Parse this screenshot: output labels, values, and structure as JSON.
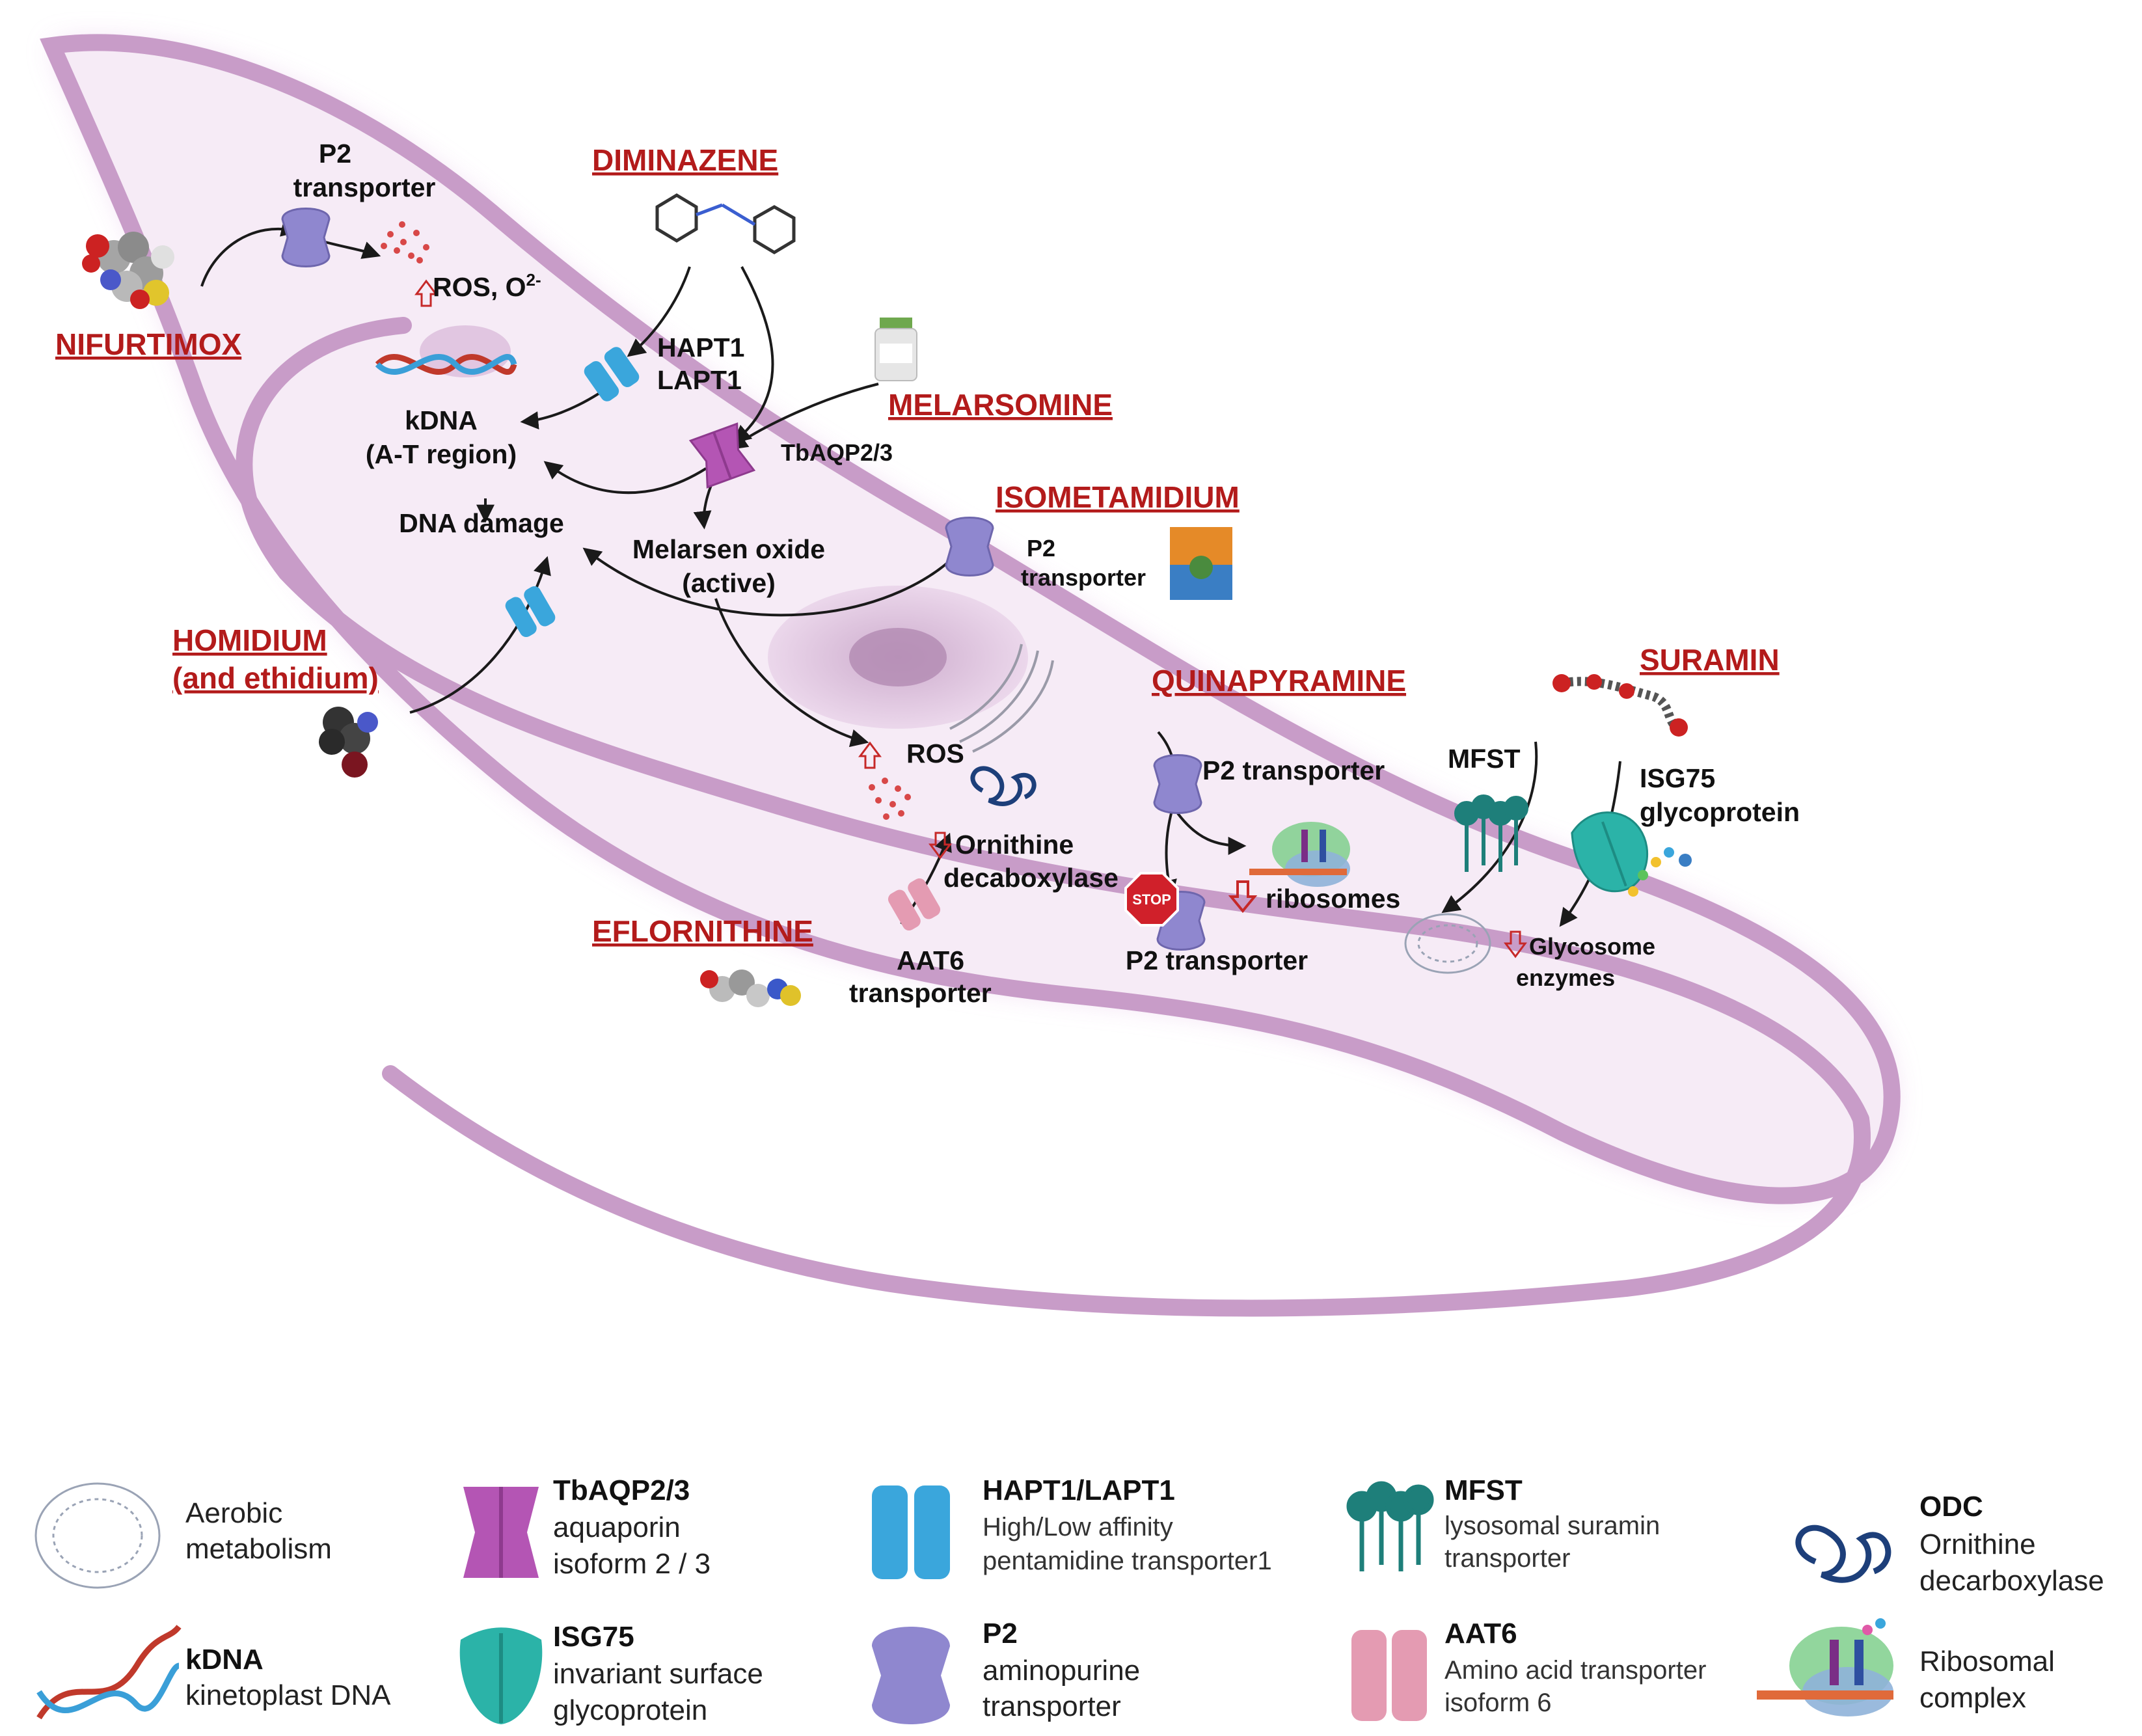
{
  "colors": {
    "membrane": "#c89cc8",
    "cytoplasm": "#f4e6f4",
    "drug_label": "#b31b1b",
    "tbaqp": "#b455b4",
    "hapt": "#3aa6dc",
    "p2": "#8f87cf",
    "isg75": "#2bb3a8",
    "mfst": "#1e7f7a",
    "aat6": "#e49bb2",
    "odc": "#1d3f7a",
    "ros": "#d84848",
    "up_down_arrow": "#c62828"
  },
  "drugs": {
    "nifurtimox": "NIFURTIMOX",
    "diminazene": "DIMINAZENE",
    "melarsomine": "MELARSOMINE",
    "isometamidium": "ISOMETAMIDIUM",
    "homidium_line1": "HOMIDIUM",
    "homidium_line2": "(and ethidium)",
    "quinapyramine": "QUINAPYRAMINE",
    "suramin": "SURAMIN",
    "eflornithine": "EFLORNITHINE"
  },
  "labels": {
    "p2_transporter_top_line1": "P2",
    "p2_transporter_top_line2": "transporter",
    "ros_o2": "ROS, O",
    "ros_o2_sup": "2-",
    "hapt1": "HAPT1",
    "lapt1": "LAPT1",
    "kdna_line1": "kDNA",
    "kdna_line2": "(A-T region)",
    "dna_damage": "DNA damage",
    "tbaqp": "TbAQP2/3",
    "melarsen_line1": "Melarsen oxide",
    "melarsen_line2": "(active)",
    "p2_iso_line1": "P2",
    "p2_iso_line2": "transporter",
    "ros": "ROS",
    "ornithine_line1": "Ornithine",
    "ornithine_line2": "decaboxylase",
    "p2_quin_top": "P2 transporter",
    "p2_quin_bottom": "P2 transporter",
    "stop": "STOP",
    "ribosomes": "ribosomes",
    "mfst": "MFST",
    "isg75_line1": "ISG75",
    "isg75_line2": "glycoprotein",
    "glycosome_line1": "Glycosome",
    "glycosome_line2": "enzymes",
    "aat6_line1": "AAT6",
    "aat6_line2": "transporter"
  },
  "legend": [
    {
      "icon": "aerobic-metabolism-icon",
      "title": "",
      "desc1": "Aerobic",
      "desc2": "metabolism"
    },
    {
      "icon": "kdna-icon",
      "title": "kDNA",
      "desc1": "kinetoplast DNA",
      "desc2": ""
    },
    {
      "icon": "tbaqp-icon",
      "title": "TbAQP2/3",
      "desc1": "aquaporin",
      "desc2": "isoform 2 / 3"
    },
    {
      "icon": "isg75-icon",
      "title": "ISG75",
      "desc1": "invariant surface",
      "desc2": "glycoprotein"
    },
    {
      "icon": "hapt-icon",
      "title": "HAPT1/LAPT1",
      "desc1": "High/Low affinity",
      "desc2": "pentamidine transporter1"
    },
    {
      "icon": "p2-icon",
      "title": "P2",
      "desc1": "aminopurine",
      "desc2": "transporter"
    },
    {
      "icon": "mfst-icon",
      "title": "MFST",
      "desc1": "lysosomal suramin",
      "desc2": "transporter"
    },
    {
      "icon": "aat6-icon",
      "title": "AAT6",
      "desc1": "Amino acid transporter",
      "desc2": "isoform 6"
    },
    {
      "icon": "odc-icon",
      "title": "ODC",
      "desc1": "Ornithine",
      "desc2": "decarboxylase"
    },
    {
      "icon": "ribosomal-complex-icon",
      "title": "",
      "desc1": "Ribosomal",
      "desc2": "complex"
    }
  ]
}
